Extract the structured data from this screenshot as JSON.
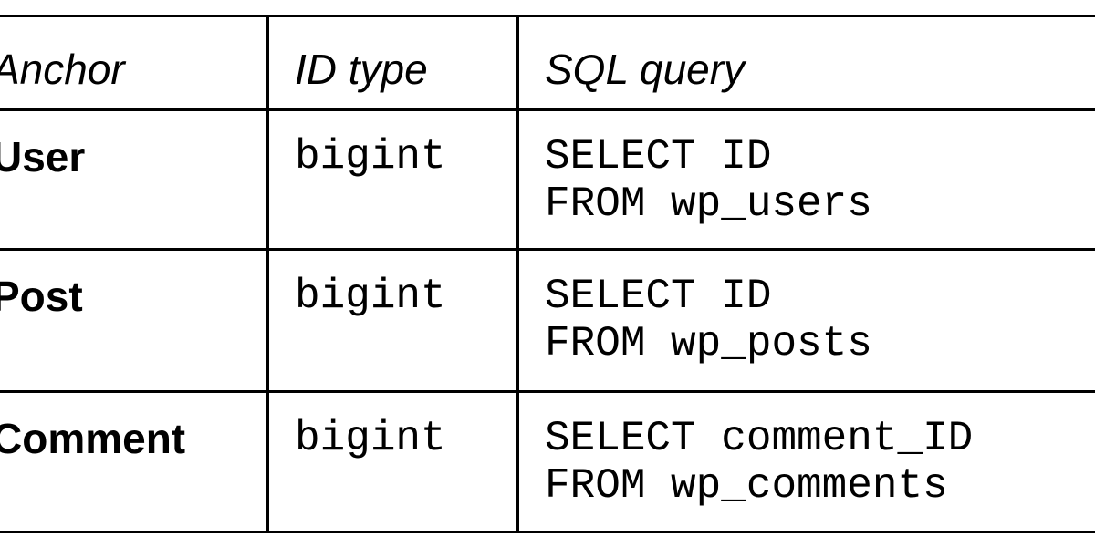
{
  "table": {
    "columns": [
      {
        "label": "Anchor"
      },
      {
        "label": "ID type"
      },
      {
        "label": "SQL query"
      }
    ],
    "rows": [
      {
        "anchor": "User",
        "id_type": "bigint",
        "sql_lines": [
          "SELECT ID",
          "FROM wp_users"
        ]
      },
      {
        "anchor": "Post",
        "id_type": "bigint",
        "sql_lines": [
          "SELECT ID",
          "FROM wp_posts"
        ]
      },
      {
        "anchor": "Comment",
        "id_type": "bigint",
        "sql_lines": [
          "SELECT comment_ID",
          "FROM wp_comments"
        ]
      }
    ],
    "colors": {
      "border": "#000000",
      "text": "#000000",
      "background": "#ffffff"
    }
  }
}
